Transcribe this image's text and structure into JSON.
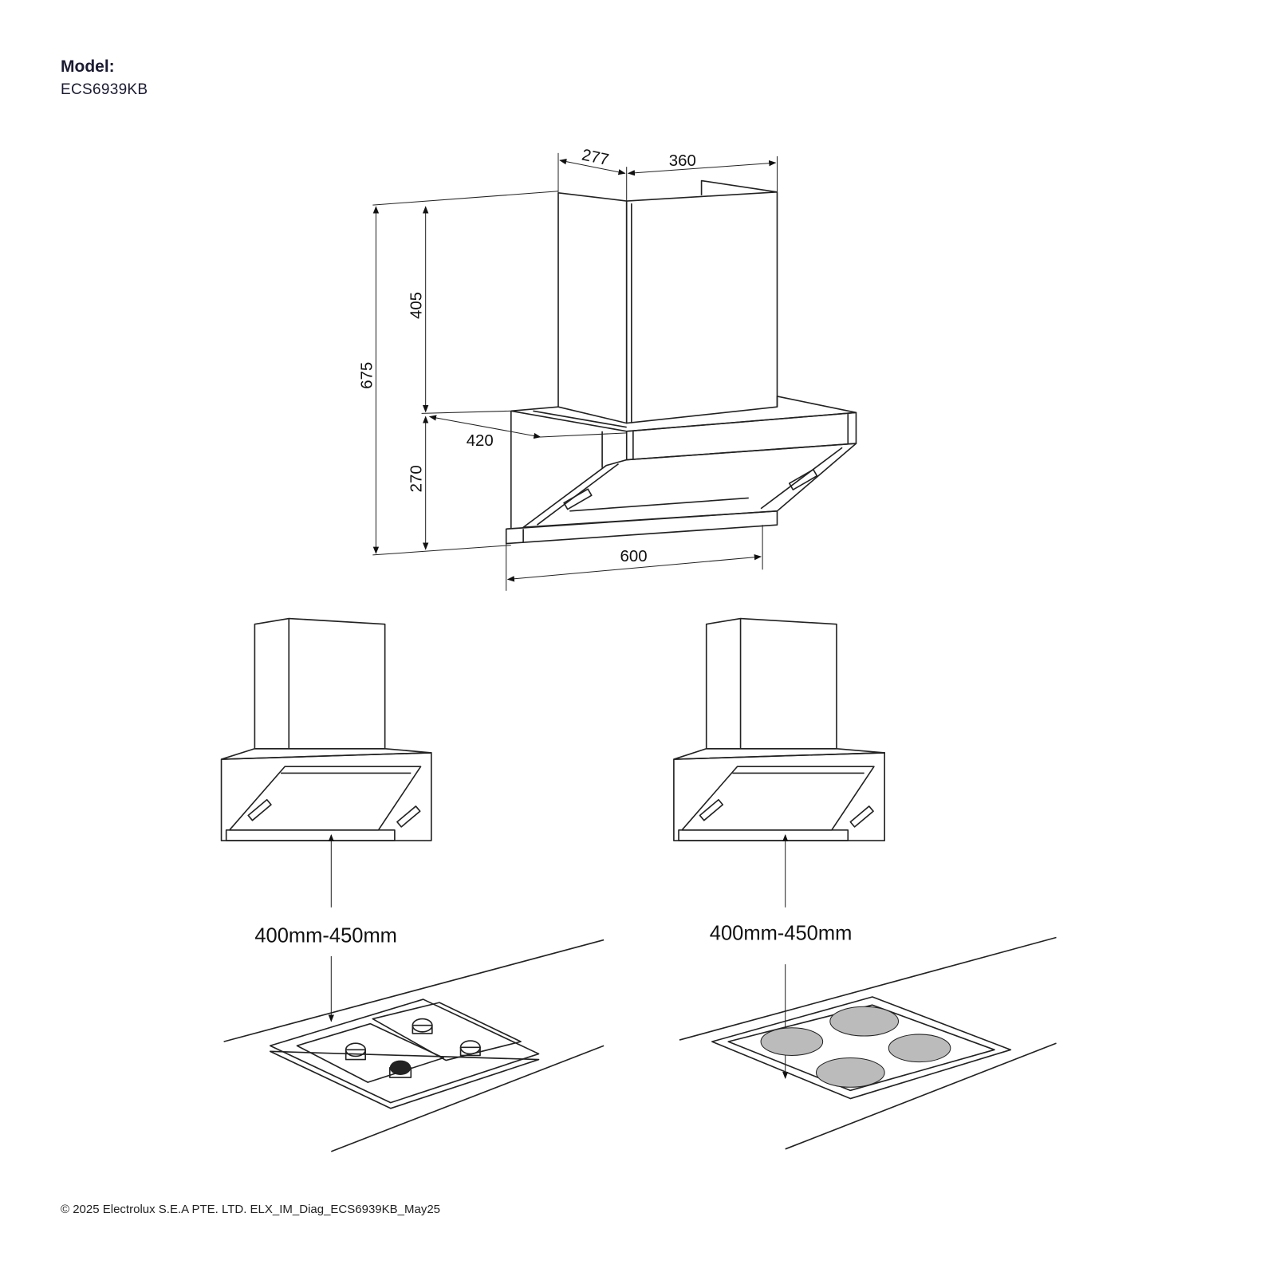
{
  "header": {
    "model_label": "Model:",
    "model_value": "ECS6939KB"
  },
  "dimensions": {
    "chimney_depth": "277",
    "chimney_width": "360",
    "chimney_height": "405",
    "total_height": "675",
    "canopy_depth": "420",
    "canopy_height": "270",
    "width": "600"
  },
  "installation": {
    "gas_hob_clearance": "400mm-450mm",
    "induction_hob_clearance": "400mm-450mm"
  },
  "footer": {
    "copyright": "© 2025 Electrolux S.E.A PTE. LTD. ELX_IM_Diag_ECS6939KB_May25"
  }
}
